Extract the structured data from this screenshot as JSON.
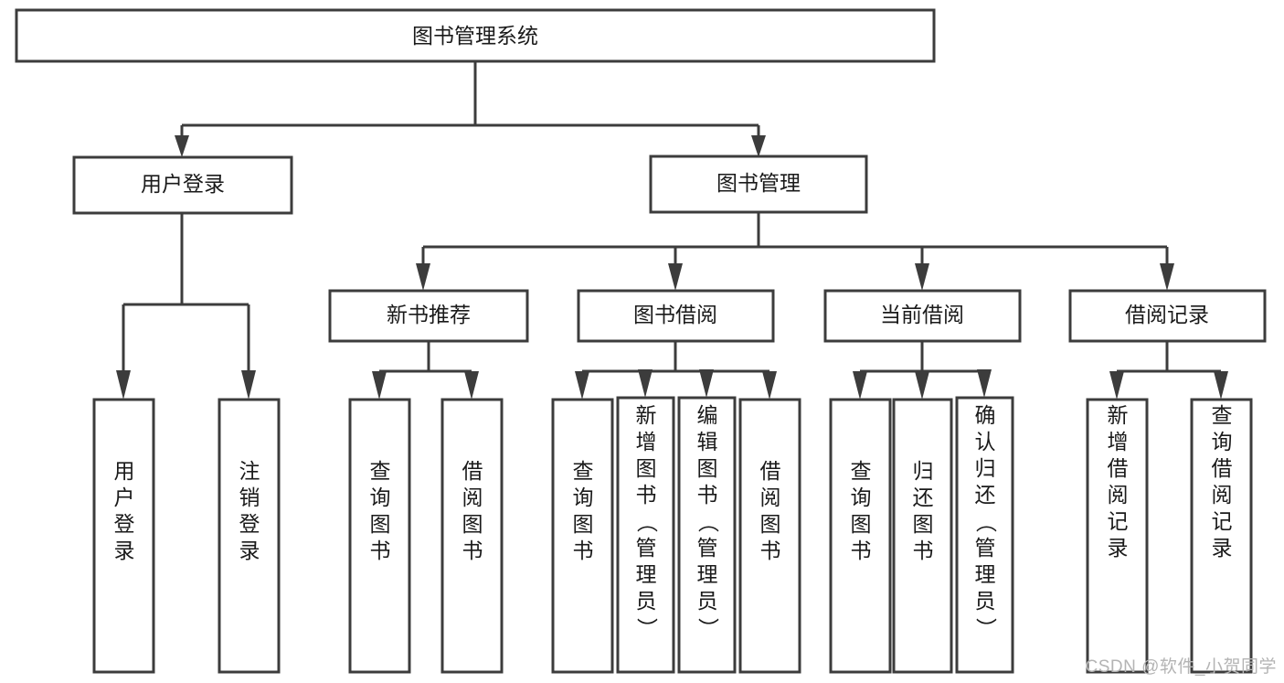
{
  "diagram": {
    "type": "tree-hierarchy-flowchart",
    "root": {
      "id": "root",
      "label": "图书管理系统"
    },
    "level2": [
      {
        "id": "user-login",
        "label": "用户登录"
      },
      {
        "id": "book-manage",
        "label": "图书管理"
      }
    ],
    "level3": [
      {
        "id": "new-book-rec",
        "label": "新书推荐",
        "parent": "book-manage"
      },
      {
        "id": "book-borrow",
        "label": "图书借阅",
        "parent": "book-manage"
      },
      {
        "id": "current-borrow",
        "label": "当前借阅",
        "parent": "book-manage"
      },
      {
        "id": "borrow-record",
        "label": "借阅记录",
        "parent": "book-manage"
      }
    ],
    "leaves": {
      "user-login": [
        {
          "id": "leaf-user-login",
          "label": "用户登录"
        },
        {
          "id": "leaf-user-logout",
          "label": "注销登录"
        }
      ],
      "new-book-rec": [
        {
          "id": "leaf-query-book-1",
          "label": "查询图书"
        },
        {
          "id": "leaf-borrow-book-1",
          "label": "借阅图书"
        }
      ],
      "book-borrow": [
        {
          "id": "leaf-query-book-2",
          "label": "查询图书"
        },
        {
          "id": "leaf-add-book",
          "label": "新增图书（管理员）"
        },
        {
          "id": "leaf-edit-book",
          "label": "编辑图书（管理员）"
        },
        {
          "id": "leaf-borrow-book-2",
          "label": "借阅图书"
        }
      ],
      "current-borrow": [
        {
          "id": "leaf-query-book-3",
          "label": "查询图书"
        },
        {
          "id": "leaf-return-book",
          "label": "归还图书"
        },
        {
          "id": "leaf-confirm-return",
          "label": "确认归还（管理员）"
        }
      ],
      "borrow-record": [
        {
          "id": "leaf-add-record",
          "label": "新增借阅记录"
        },
        {
          "id": "leaf-query-record",
          "label": "查询借阅记录"
        }
      ]
    },
    "colors": {
      "box_fill": "#ffffff",
      "box_stroke": "#3c3c3c",
      "text": "#1a1a1a",
      "background": "#ffffff",
      "watermark": "#b4b4b4"
    }
  },
  "watermark": {
    "text": "CSDN @软件_小贺同学"
  }
}
